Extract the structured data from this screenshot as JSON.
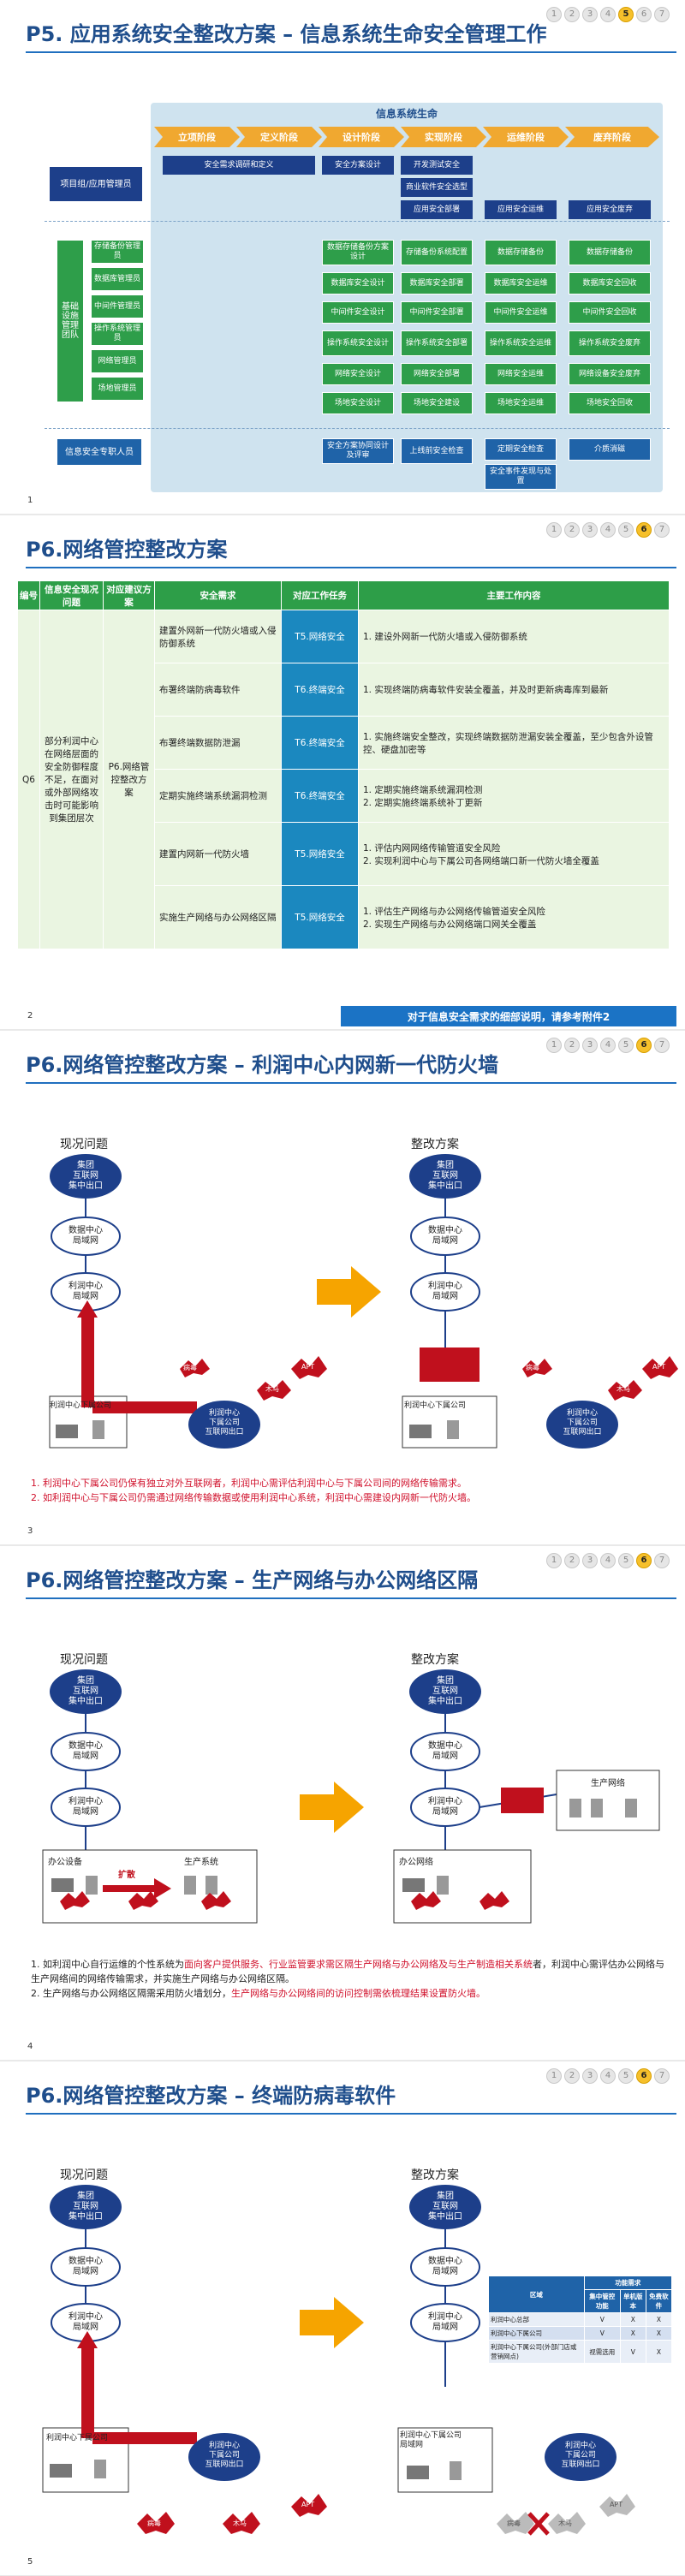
{
  "pager": [
    "1",
    "2",
    "3",
    "4",
    "5",
    "6",
    "7"
  ],
  "slide1": {
    "title": "P5. 应用系统安全整改方案 – 信息系统生命安全管理工作",
    "current_page": "5",
    "lifecycle_header": "信息系统生命",
    "phases": [
      "立项阶段",
      "定义阶段",
      "设计阶段",
      "实现阶段",
      "运维阶段",
      "废弃阶段"
    ],
    "roles": {
      "project": "项目组/应用管理员",
      "infra_team": "基础设施管理团队",
      "infra_items": [
        "存储备份管理员",
        "数据库管理员",
        "中间件管理员",
        "操作系统管理员",
        "网络管理员",
        "场地管理员"
      ],
      "security": "信息安全专职人员"
    },
    "project_row": {
      "req": "安全需求调研和定义",
      "design": "安全方案设计",
      "impl": [
        "开发测试安全",
        "商业软件安全选型",
        "应用安全部署"
      ],
      "ops": "应用安全运维",
      "disposal": "应用安全废弃"
    },
    "design_items": [
      "数据存储备份方案设计",
      "数据库安全设计",
      "中间件安全设计",
      "操作系统安全设计",
      "网络安全设计",
      "场地安全设计"
    ],
    "impl_items": [
      "存储备份系统配置",
      "数据库安全部署",
      "中间件安全部署",
      "操作系统安全部署",
      "网络安全部署",
      "场地安全建设"
    ],
    "ops_items": [
      "数据存储备份",
      "数据库安全运维",
      "中间件安全运维",
      "操作系统安全运维",
      "网络安全运维",
      "场地安全运维"
    ],
    "disposal_items": [
      "数据存储备份",
      "数据库安全回收",
      "中间件安全回收",
      "操作系统安全废弃",
      "网络设备安全废弃",
      "场地安全回收"
    ],
    "security_row": {
      "design": "安全方案协同设计及评审",
      "impl": "上线前安全检查",
      "ops": [
        "定期安全检查",
        "安全事件发现与处置"
      ],
      "disposal": "介质消磁"
    },
    "page": "1"
  },
  "slide2": {
    "title": "P6.网络管控整改方案",
    "current_page": "6",
    "headers": [
      "编号",
      "信息安全现况问题",
      "对应建议方案",
      "安全需求",
      "对应工作任务",
      "主要工作内容"
    ],
    "id": "Q6",
    "issue": "部分利润中心在网络层面的安全防御程度不足，在面对或外部网络攻击时可能影响到集团层次",
    "plan": "P6.网络管控整改方案",
    "rows": [
      {
        "need": "建置外网新一代防火墙或入侵防御系统",
        "task": "T5.网络安全",
        "content": "1.  建设外网新一代防火墙或入侵防御系统"
      },
      {
        "need": "布署终端防病毒软件",
        "task": "T6.终端安全",
        "content": "1.  实现终端防病毒软件安装全覆盖，并及时更新病毒库到最新"
      },
      {
        "need": "布署终端数据防泄漏",
        "task": "T6.终端安全",
        "content": "1.  实施终端安全整改，实现终端数据防泄漏安装全覆盖，至少包含外设管控、硬盘加密等"
      },
      {
        "need": "定期实施终端系统漏洞检测",
        "task": "T6.终端安全",
        "content": "1.  定期实施终端系统漏洞检测\n2.  定期实施终端系统补丁更新"
      },
      {
        "need": "建置内网新一代防火墙",
        "task": "T5.网络安全",
        "content": "1.  评估内网网络传输管道安全风险\n2.  实现利润中心与下属公司各网络端口新一代防火墙全覆盖"
      },
      {
        "need": "实施生产网络与办公网络区隔",
        "task": "T5.网络安全",
        "content": "1.  评估生产网络与办公网络传输管道安全风险\n2.  实现生产网络与办公网络端口网关全覆盖"
      }
    ],
    "footer": "对于信息安全需求的细部说明，请参考附件2",
    "page": "2"
  },
  "slide3": {
    "title": "P6.网络管控整改方案 – 利润中心内网新一代防火墙",
    "current_page": "6",
    "left_label": "现况问题",
    "right_label": "整改方案",
    "cloud_group": "集团\n互联网\n集中出口",
    "cloud_dc": "数据中心\n局域网",
    "cloud_pc": "利润中心\n局域网",
    "sub_box": "利润中心下属公司",
    "cloud_sub": "利润中心\n下属公司\n互联网出口",
    "virus": "病毒",
    "apt": "APT",
    "trojan": "木马",
    "note1_pre": "1.   利润中心下属公司仍保有独立对外互联网者，利润中心需评估利润中心与下属公司间的网络传输需求。",
    "note2_pre": "2.   如利润中心与下属公司仍需通过网络传输数据或使用利润中心系统，利润中心需建设内网新一代防火墙。",
    "page": "3"
  },
  "slide4": {
    "title": "P6.网络管控整改方案 – 生产网络与办公网络区隔",
    "current_page": "6",
    "left_label": "现况问题",
    "right_label": "整改方案",
    "cloud_group": "集团\n互联网\n集中出口",
    "cloud_dc": "数据中心\n局域网",
    "cloud_pc": "利润中心\n局域网",
    "office": "办公设备",
    "production": "生产系统",
    "spread": "扩散",
    "office_net": "办公网络",
    "prod_net": "生产网络",
    "note1_a": "1.   如利润中心自行运维的个性系统为",
    "note1_red": "面向客户提供服务、行业监管要求需区隔生产网络与办公网络及与生产制造相关系统",
    "note1_b": "者，利润中心需评估办公网络与生产网络间的网络传输需求，并实施生产网络与办公网络区隔。",
    "note2_a": "2.   生产网络与办公网络区隔需采用防火墙划分，",
    "note2_red": "生产网络与办公网络间的访问控制需依梳理结果设置防火墙。",
    "page": "4"
  },
  "slide5": {
    "title": "P6.网络管控整改方案 – 终端防病毒软件",
    "current_page": "6",
    "left_label": "现况问题",
    "right_label": "整改方案",
    "cloud_group": "集团\n互联网\n集中出口",
    "cloud_dc": "数据中心\n局域网",
    "cloud_pc": "利润中心\n局域网",
    "sub_box": "利润中心下属公司",
    "sub_box2": "利润中心下属公司\n局域网",
    "cloud_sub": "利润中心\n下属公司\n互联网出口",
    "virus": "病毒",
    "apt": "APT",
    "trojan": "木马",
    "table_header": "功能需求",
    "table_cols": [
      "区域",
      "集中管控功能",
      "单机版本",
      "免费软件"
    ],
    "table_rows": [
      [
        "利润中心总部",
        "V",
        "X",
        "X"
      ],
      [
        "利润中心下属公司",
        "V",
        "X",
        "X"
      ],
      [
        "利润中心下属公司(外部门店或营销网点)",
        "视需选用",
        "V",
        "X"
      ]
    ],
    "page": "5"
  }
}
